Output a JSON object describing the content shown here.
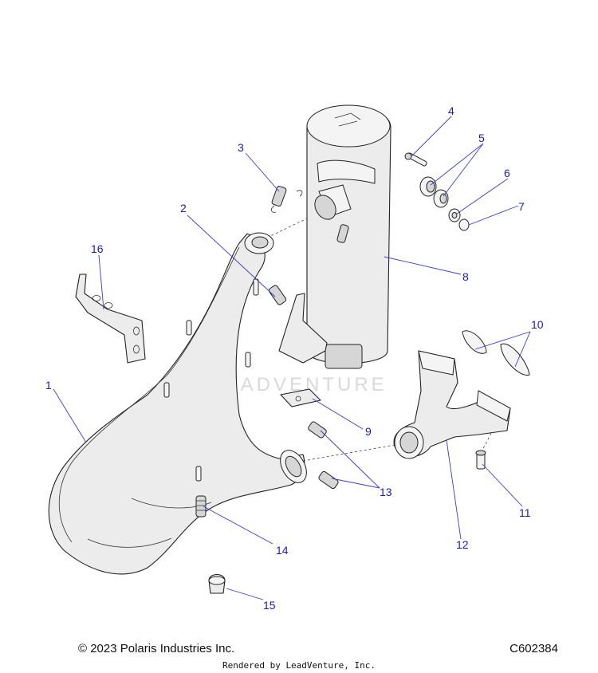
{
  "callouts": {
    "c1": "1",
    "c2": "2",
    "c3": "3",
    "c4": "4",
    "c5": "5",
    "c6": "6",
    "c7": "7",
    "c8": "8",
    "c9": "9",
    "c10": "10",
    "c11": "11",
    "c12": "12",
    "c13": "13",
    "c14": "14",
    "c15": "15",
    "c16": "16"
  },
  "watermark": "LEADVENTURE",
  "footer": {
    "copyright": "© 2023 Polaris Industries Inc.",
    "diagram_id": "C602384",
    "rendered_by": "Rendered by LeadVenture, Inc."
  },
  "colors": {
    "callout": "#1a1ab8",
    "line_art": "#222222",
    "part_fill": "#ececec"
  }
}
